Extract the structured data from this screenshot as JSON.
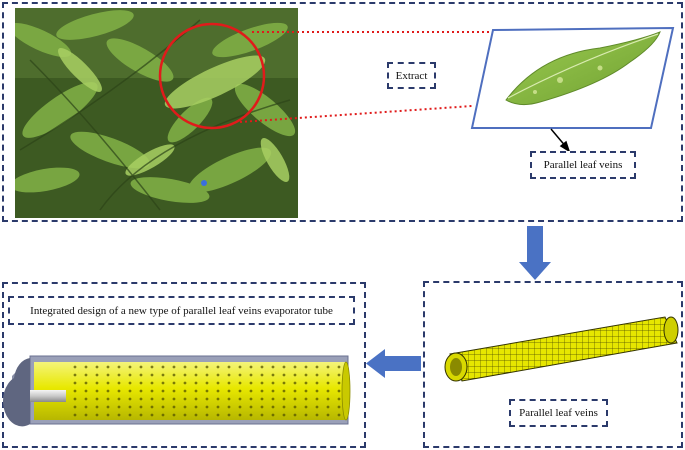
{
  "labels": {
    "extract": "Extract",
    "top_veins": "Parallel leaf veins",
    "integrated_design": "Integrated design of a new type of parallel leaf veins  evaporator tube",
    "bottom_veins": "Parallel leaf veins"
  },
  "colors": {
    "panel_border": "#2b3a6b",
    "flow_arrow": "#4a72c4",
    "highlight_circle": "#e01b1b",
    "tube_yellow": "#e6e600",
    "leaf_green": "#8fbf4a"
  }
}
